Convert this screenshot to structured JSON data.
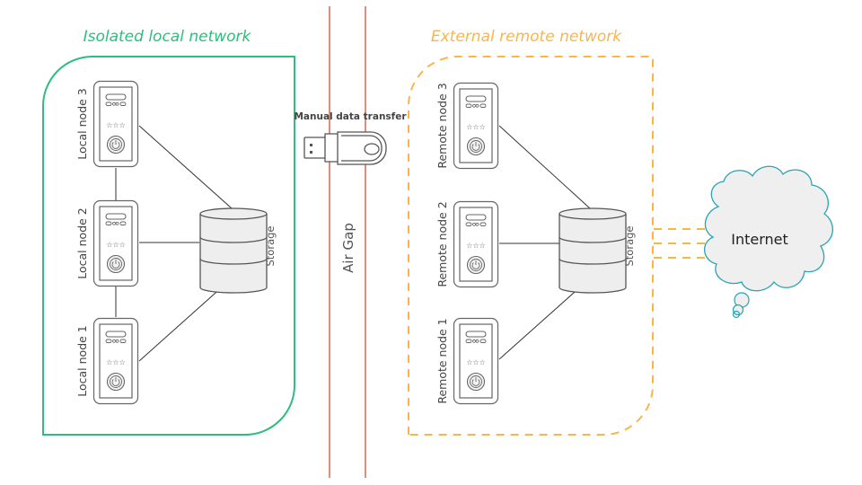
{
  "colors": {
    "local_zone": "#2dbd7e",
    "remote_zone": "#f8b54a",
    "air_gap": "#e88a7a",
    "cloud_stroke": "#2aa3b3",
    "cloud_fill": "#efefef",
    "device_stroke": "#555555",
    "device_fill": "#efefef",
    "connector": "#333333"
  },
  "local_network": {
    "title": "Isolated local network",
    "nodes": [
      {
        "label": "Local node 3"
      },
      {
        "label": "Local node 2"
      },
      {
        "label": "Local node 1"
      }
    ],
    "storage_label": "Storage"
  },
  "air_gap": {
    "label": "Air Gap",
    "transfer_label": "Manual data transfer",
    "transfer_icon": "usb-drive-icon"
  },
  "remote_network": {
    "title": "External remote network",
    "nodes": [
      {
        "label": "Remote node 3"
      },
      {
        "label": "Remote node 2"
      },
      {
        "label": "Remote node 1"
      }
    ],
    "storage_label": "Storage"
  },
  "internet": {
    "label": "Internet",
    "icon": "cloud-icon",
    "link_count": 3
  }
}
